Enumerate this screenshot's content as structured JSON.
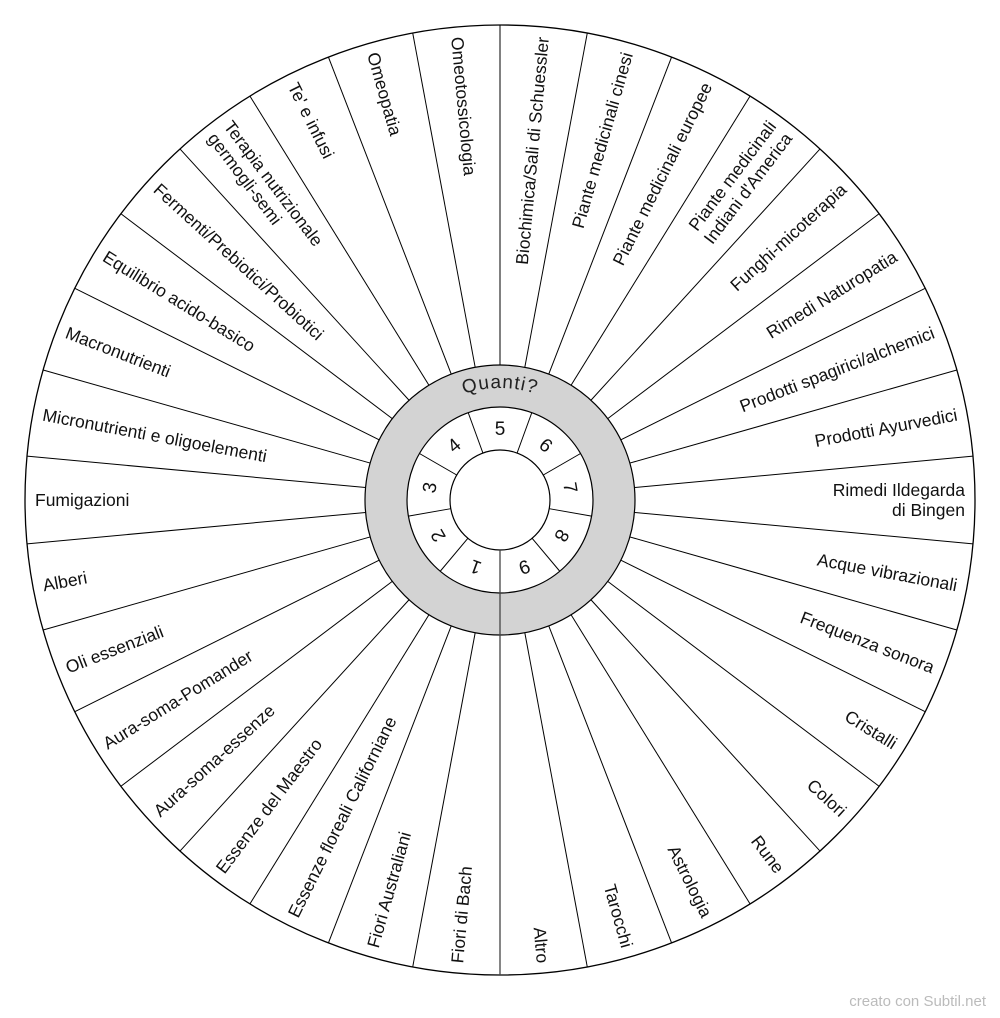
{
  "center_label": "Quanti?",
  "right_labels": [
    [
      "Biochimica/Sali di Schuessler"
    ],
    [
      "Piante medicinali cinesi"
    ],
    [
      "Piante medicinali europee"
    ],
    [
      "Piante medicinali",
      "Indiani d'America"
    ],
    [
      "Funghi-micoterapia"
    ],
    [
      "Rimedi Naturopatia"
    ],
    [
      "Prodotti spagirici/alchemici"
    ],
    [
      "Prodotti Ayurvedici"
    ],
    [
      "Rimedi Ildegarda",
      "di Bingen"
    ],
    [
      "Acque vibrazionali"
    ],
    [
      "Frequenza sonora"
    ],
    [
      "Cristalli"
    ],
    [
      "Colori"
    ],
    [
      "Rune"
    ],
    [
      "Astrologia"
    ],
    [
      "Tarocchi"
    ],
    [
      "Altro"
    ]
  ],
  "left_labels": [
    [
      "Fiori di Bach"
    ],
    [
      "Fiori Australiani"
    ],
    [
      "Essenze floreali Californiane"
    ],
    [
      "Essenze del Maestro"
    ],
    [
      "Aura-soma-essenze"
    ],
    [
      "Aura-soma-Pomander"
    ],
    [
      "Oli essenziali"
    ],
    [
      "Alberi"
    ],
    [
      "Fumigazioni"
    ],
    [
      "Micronutrienti e oligoelementi"
    ],
    [
      "Macronutrienti"
    ],
    [
      "Equilibrio acido-basico"
    ],
    [
      "Fermenti/Prebiotici/Probiotici"
    ],
    [
      "Terapia nutrizionale",
      "germogli-semi"
    ],
    [
      "Te' e infusi"
    ],
    [
      "Omeopatia"
    ],
    [
      "Omeotossicologia"
    ]
  ],
  "numbers": [
    "5",
    "6",
    "7",
    "8",
    "9",
    "1",
    "2",
    "3",
    "4"
  ],
  "watermark": "creato con Subtil.net",
  "colors": {
    "ring": "#d3d3d3",
    "line": "#000000"
  }
}
